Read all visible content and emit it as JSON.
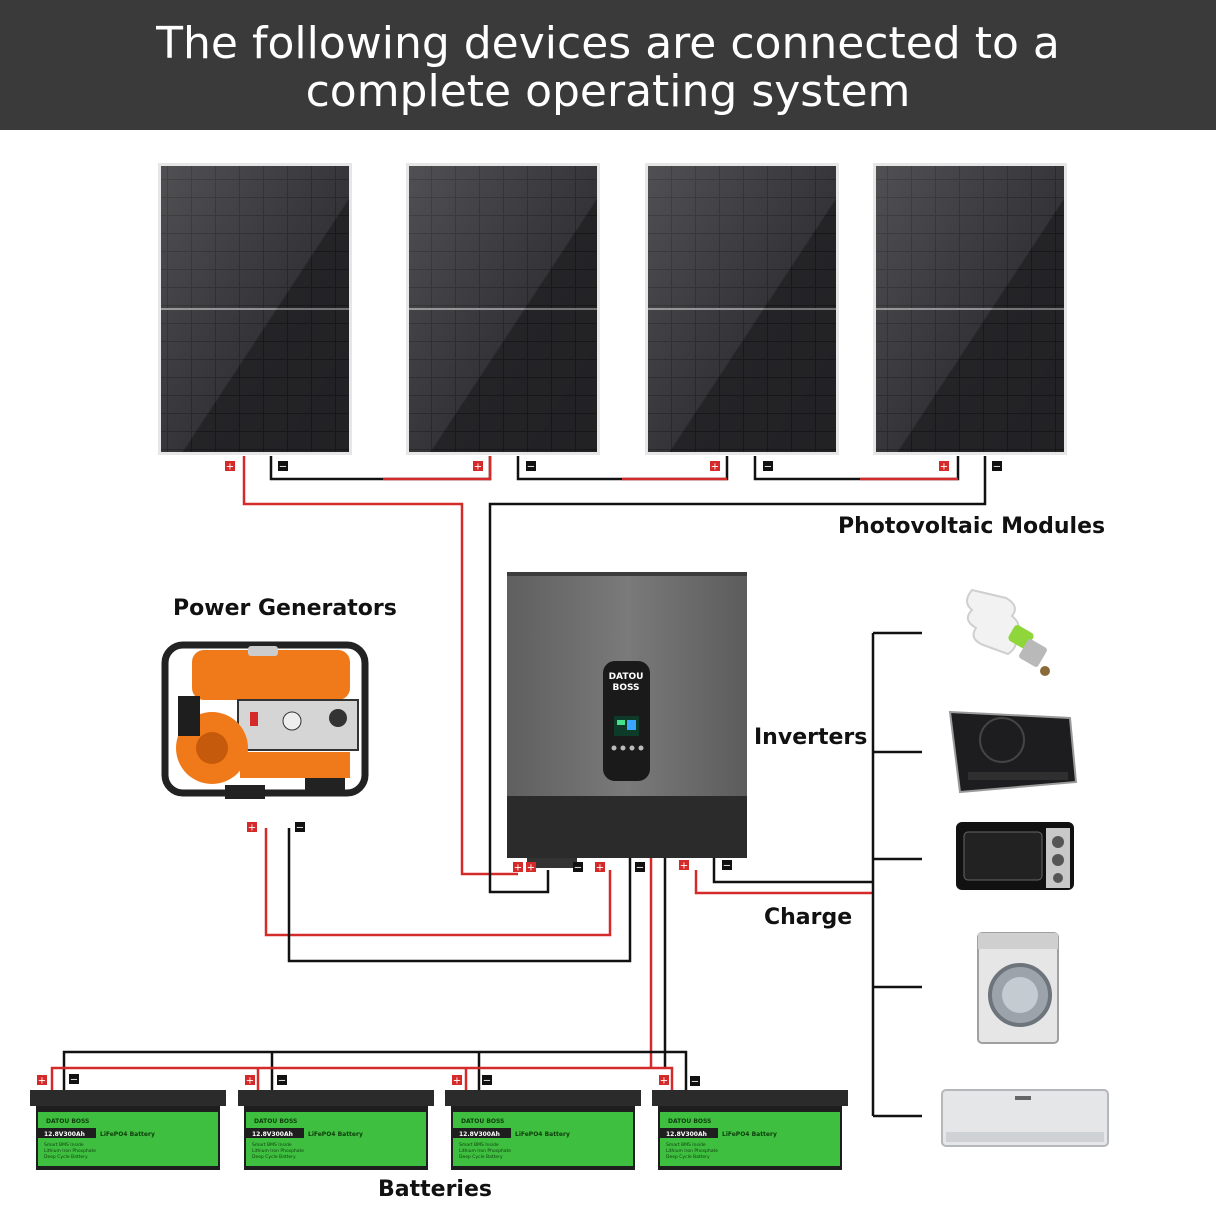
{
  "header": {
    "title_line1": "The following devices are connected to a",
    "title_line2": "complete operating system"
  },
  "labels": {
    "photovoltaic": "Photovoltaic Modules",
    "generators": "Power Generators",
    "inverters": "Inverters",
    "charge": "Charge",
    "batteries": "Batteries"
  },
  "inverter": {
    "brand_line1": "DATOU",
    "brand_line2": "BOSS"
  },
  "battery": {
    "brand": "DATOU BOSS",
    "spec": "12.8V300Ah",
    "type": "LiFePO4 Battery",
    "desc1": "Smart BMS Inside",
    "desc2": "Lithium Iron Phosphate",
    "desc3": "Deep Cycle Battery"
  },
  "terminals": {
    "positive": "+",
    "negative": "−"
  },
  "colors": {
    "banner": "#3a3a3a",
    "positive_wire": "#d42a2a",
    "negative_wire": "#111111",
    "battery_green": "#3fbf3f",
    "generator_orange": "#f07a1a",
    "inverter_gray": "#6b6b6b"
  }
}
